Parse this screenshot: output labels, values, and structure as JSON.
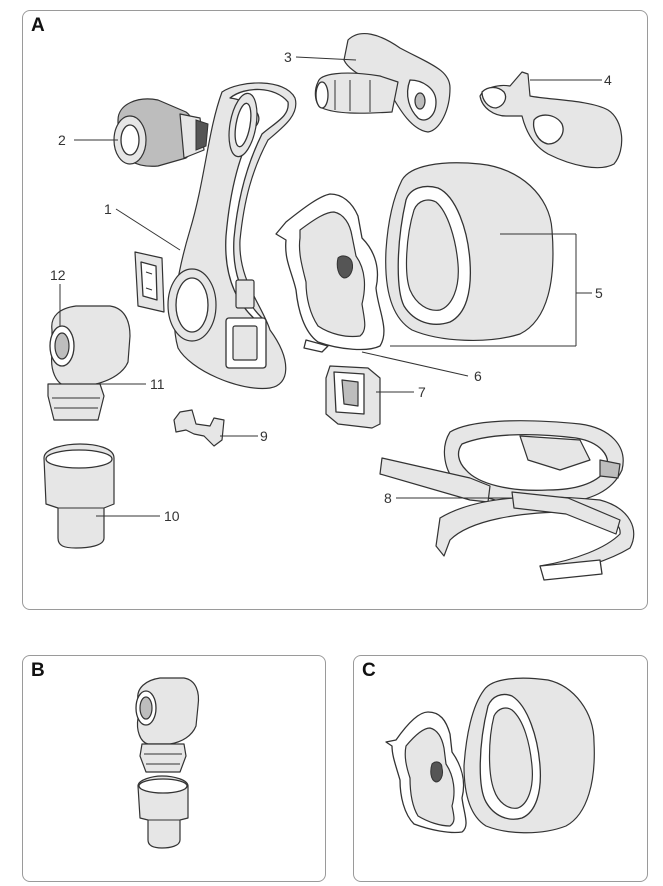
{
  "panels": {
    "a": {
      "letter": "A"
    },
    "b": {
      "letter": "B"
    },
    "c": {
      "letter": "C"
    }
  },
  "callouts": {
    "c1": "1",
    "c2": "2",
    "c3": "3",
    "c4": "4",
    "c5": "5",
    "c6": "6",
    "c7": "7",
    "c8": "8",
    "c9": "9",
    "c10": "10",
    "c11": "11",
    "c12": "12"
  }
}
